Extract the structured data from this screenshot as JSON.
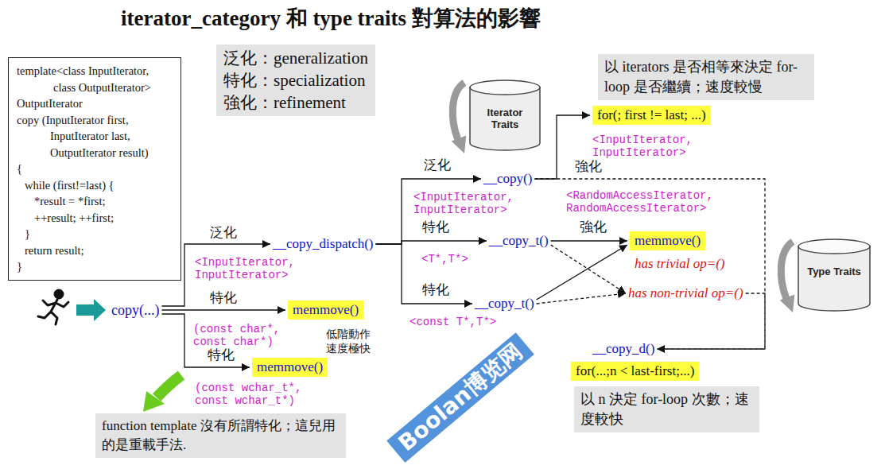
{
  "diagram": {
    "title": "iterator_category 和 type traits 對算法的影響",
    "nodes": [
      {
        "text": [
          "template<class InputIterator,",
          "class OutputIterator>",
          "OutputIterator",
          "copy (InputIterator first,",
          "InputIterator last,",
          "OutputIterator result)",
          "{",
          "while (first!=last) {",
          "*result = *first;",
          "++result; ++first;",
          "}",
          "return result;",
          "}"
        ]
      },
      {
        "text": [
          "泛化：generalization",
          "特化：specialization",
          "強化：refinement"
        ]
      },
      {
        "text": [
          "Iterator Traits"
        ]
      },
      {
        "text": [
          "以 iterators 是否相等來決定 for-loop 是否繼續；速度較慢"
        ]
      },
      {
        "text": [
          "for(; first != last; ...)",
          "<InputIterator, InputIterator>"
        ]
      },
      {
        "text": [
          "copy(...)"
        ]
      },
      {
        "text": [
          "__copy_dispatch()",
          "<InputIterator, InputIterator>"
        ]
      },
      {
        "text": [
          "memmove()",
          "(const char*, const char*)"
        ]
      },
      {
        "text": [
          "memmove()",
          "(const wchar_t*, const wchar_t*)"
        ]
      },
      {
        "text": [
          "__copy()",
          "<InputIterator, InputIterator>"
        ]
      },
      {
        "text": [
          "__copy_t()",
          "<T*,T*>"
        ]
      },
      {
        "text": [
          "__copy_t()",
          "<const T*,T*>"
        ]
      },
      {
        "text": [
          "memmove()",
          "has trivial op=()"
        ]
      },
      {
        "text": [
          "has non-trivial op=()"
        ]
      },
      {
        "text": [
          "Type Traits"
        ]
      },
      {
        "text": [
          "__copy_d()"
        ]
      },
      {
        "text": [
          "for(...;n < last-first;...)"
        ]
      },
      {
        "text": [
          "以 n 決定 for-loop 次數；速度較快"
        ]
      },
      {
        "text": [
          "function template 沒有所謂特化；這兒用的是重載手法."
        ]
      }
    ],
    "edges": [
      {
        "from": 5,
        "to": 6,
        "label": "泛化",
        "arrow": "to"
      },
      {
        "from": 5,
        "to": 7,
        "label": "特化",
        "arrow": "to"
      },
      {
        "from": 5,
        "to": 8,
        "label": "特化",
        "arrow": "to"
      },
      {
        "from": 6,
        "to": 9,
        "label": "泛化",
        "arrow": "to"
      },
      {
        "from": 6,
        "to": 10,
        "label": "特化",
        "arrow": "to"
      },
      {
        "from": 6,
        "to": 11,
        "label": "特化",
        "arrow": "to"
      },
      {
        "from": 9,
        "to": 4,
        "arrow": "to"
      },
      {
        "from": 9,
        "to": 15,
        "label": "強化",
        "arrow": "to"
      },
      {
        "from": 10,
        "to": 12,
        "label": "強化",
        "arrow": "to"
      },
      {
        "from": 10,
        "to": 13,
        "arrow": "to"
      },
      {
        "from": 11,
        "to": 12,
        "arrow": "to"
      },
      {
        "from": 11,
        "to": 13,
        "arrow": "to"
      },
      {
        "from": 13,
        "to": 15,
        "arrow": "to"
      }
    ],
    "labels": [
      "低階動作 速度極快",
      "<RandomAccessIterator, RandomAccessIterator>",
      "Boolan博览网"
    ]
  }
}
